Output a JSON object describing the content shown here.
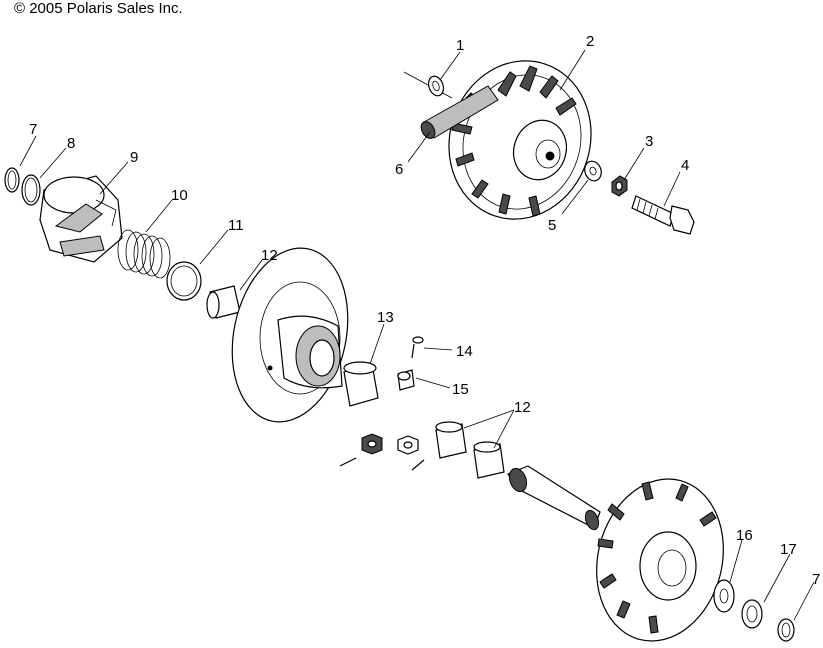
{
  "copyright": "© 2005 Polaris Sales Inc.",
  "callouts": [
    "1",
    "2",
    "3",
    "4",
    "5",
    "6",
    "7",
    "8",
    "9",
    "10",
    "11",
    "12",
    "13",
    "14",
    "15",
    "12",
    "16",
    "17",
    "7"
  ]
}
